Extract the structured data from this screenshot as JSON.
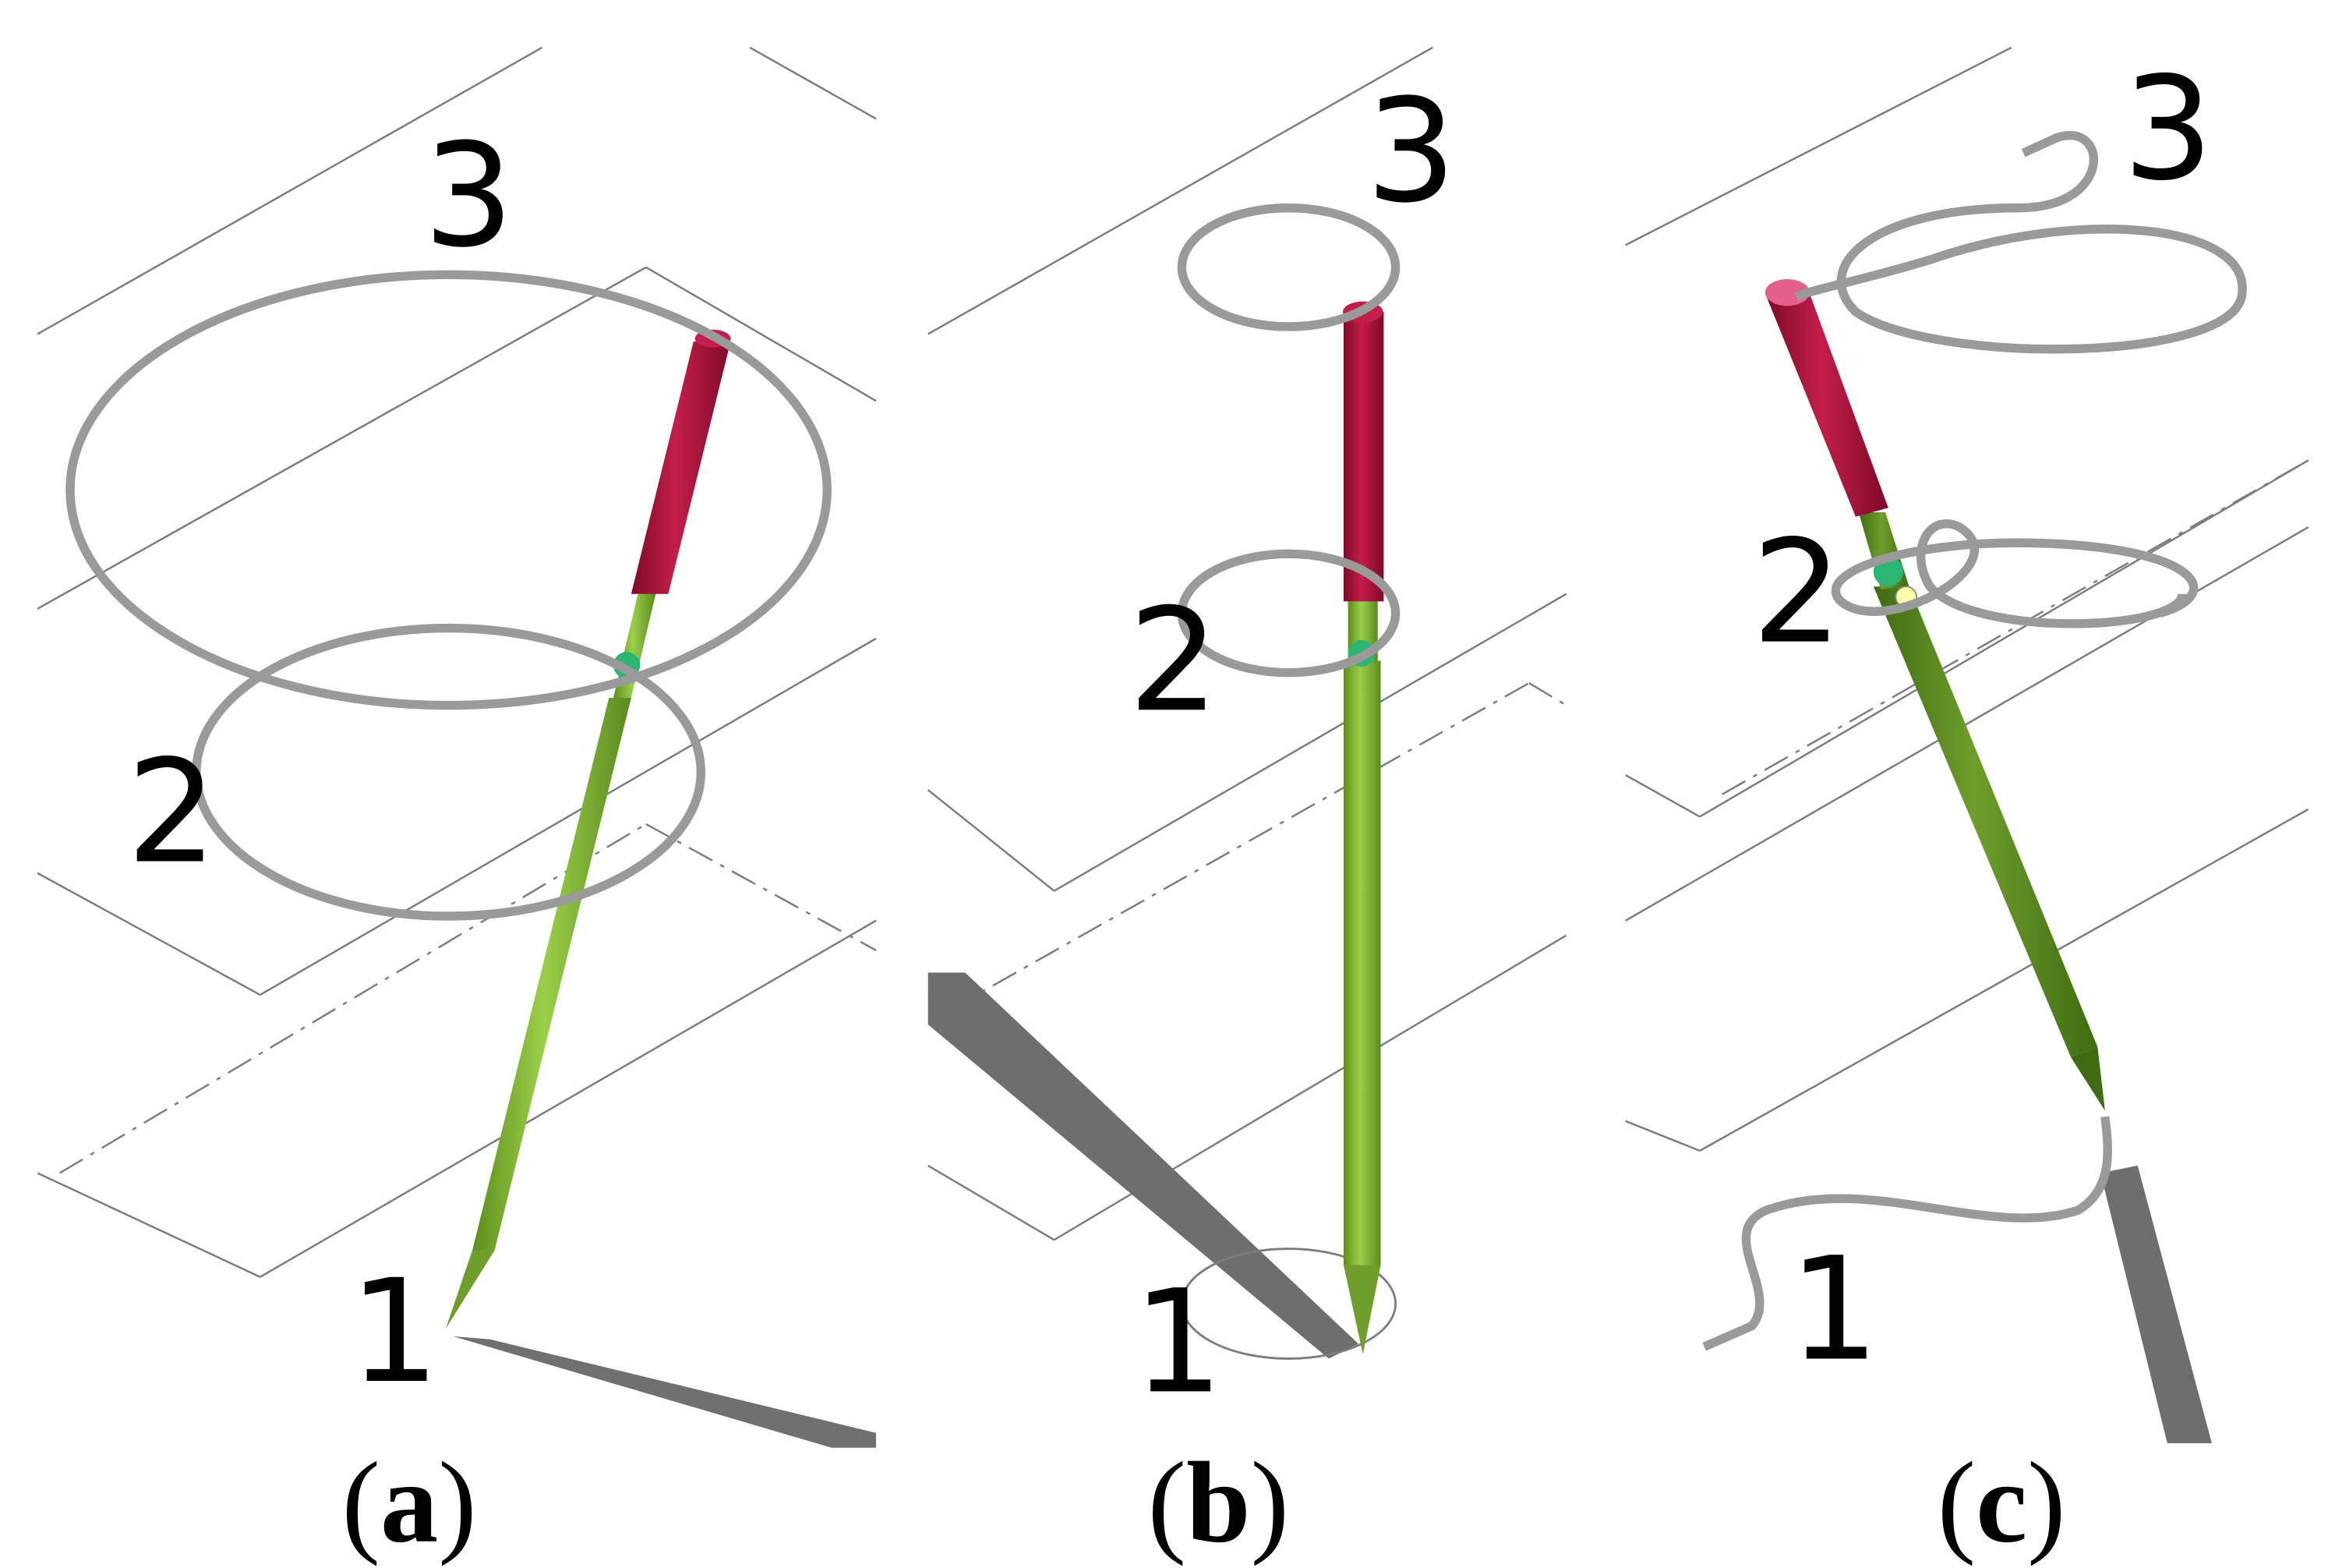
{
  "figure": {
    "colors": {
      "shaft_light": "#8cc63f",
      "shaft_dark": "#5a8a1f",
      "cap_red": "#b0123a",
      "cap_top": "#e3608a",
      "joint": "#2bb673",
      "path_gray": "#9a9a9a",
      "grid_line": "#7d7d7d",
      "shadow": "#6e6e6e"
    },
    "panels": [
      {
        "id": "a",
        "caption_open": "(",
        "caption_letter": "a",
        "caption_close": ")",
        "labels": {
          "p1": "1",
          "p2": "2",
          "p3": "3"
        },
        "description_icon": "pencil-tilted-circular-trajectories"
      },
      {
        "id": "b",
        "caption_open": "(",
        "caption_letter": "b",
        "caption_close": ")",
        "labels": {
          "p1": "1",
          "p2": "2",
          "p3": "3"
        },
        "description_icon": "pencil-vertical-circular-trajectories"
      },
      {
        "id": "c",
        "caption_open": "(",
        "caption_letter": "c",
        "caption_close": ")",
        "labels": {
          "p1": "1",
          "p2": "2",
          "p3": "3"
        },
        "description_icon": "pencil-tilted-free-trajectories"
      }
    ]
  }
}
